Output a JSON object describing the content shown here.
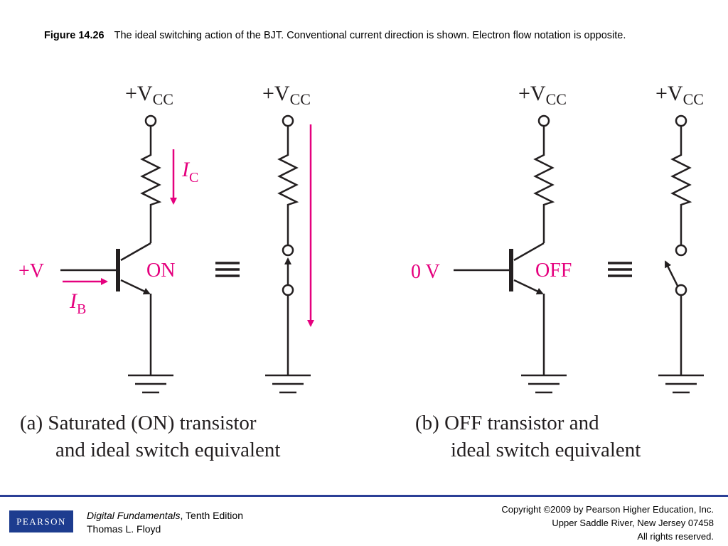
{
  "caption": {
    "label": "Figure 14.26",
    "text": "The ideal switching action of the BJT. Conventional current direction is shown. Electron flow notation is opposite."
  },
  "diagram": {
    "supply_label_prefix": "+V",
    "supply_label_subscript": "CC",
    "equivalence_symbol": "≡",
    "colors": {
      "current": "#e5007e",
      "wire": "#231f20"
    },
    "panel_a": {
      "input_label": "+V",
      "state_label": "ON",
      "collector_current_symbol": "I",
      "collector_current_subscript": "C",
      "base_current_symbol": "I",
      "base_current_subscript": "B",
      "caption_line1": "(a) Saturated (ON) transistor",
      "caption_line2": "and ideal switch equivalent"
    },
    "panel_b": {
      "input_label": "0 V",
      "state_label": "OFF",
      "caption_line1": "(b) OFF transistor and",
      "caption_line2": "ideal switch equivalent"
    }
  },
  "footer": {
    "logo_text": "PEARSON",
    "book_title": "Digital Fundamentals",
    "book_edition": ", Tenth Edition",
    "author": "Thomas L. Floyd",
    "copyright_line1": "Copyright ©2009 by Pearson Higher Education, Inc.",
    "copyright_line2": "Upper Saddle River, New Jersey 07458",
    "copyright_line3": "All rights reserved."
  }
}
